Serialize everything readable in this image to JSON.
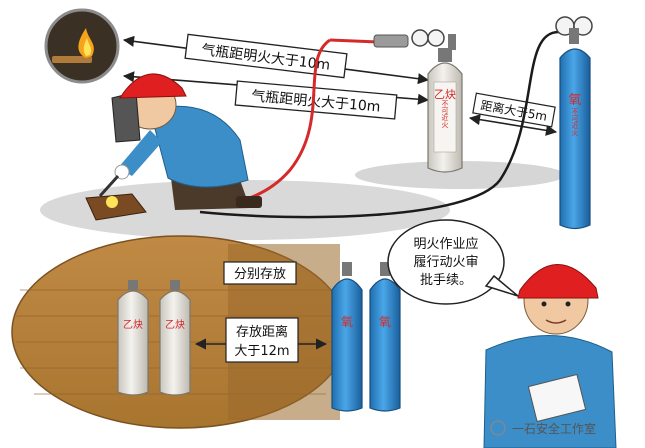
{
  "labels": {
    "distance_fire_top": "气瓶距明火大于10m",
    "distance_fire_mid": "气瓶距明火大于10m",
    "distance_cylinders": "距离大于5m",
    "store_separately": "分别存放",
    "storage_distance_line1": "存放距离",
    "storage_distance_line2": "大于12m",
    "speech_bubble": "明火作业应履行动火审批手续。",
    "acetylene_label": "乙炔",
    "acetylene_warning": "不可近火",
    "oxygen_label": "氧",
    "oxygen_warning": "不可近火",
    "watermark": "一石安全工作室"
  },
  "colors": {
    "oxygen_cylinder": "#2e8fd4",
    "acetylene_cylinder": "#e6e4df",
    "helmet": "#e02020",
    "storage_wood": "#b8823e",
    "hose_red": "#d42a2a",
    "shirt": "#3b8ec8"
  }
}
